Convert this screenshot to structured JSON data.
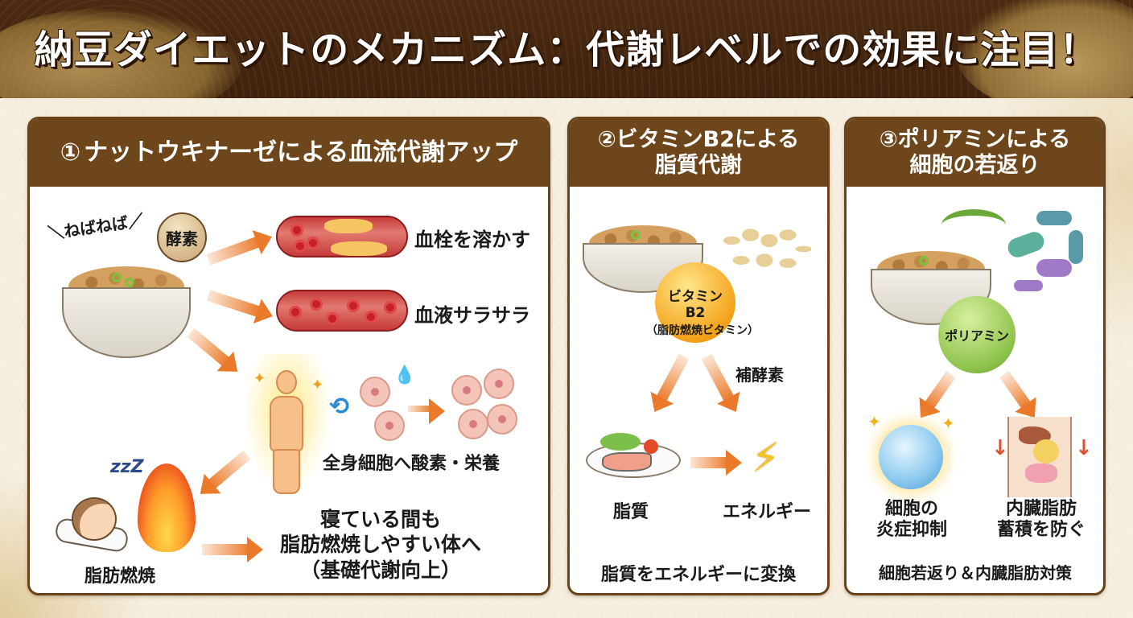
{
  "title": "納豆ダイエットのメカニズム：代謝レベルでの効果に注目！",
  "colors": {
    "header_bg": "#3e220e",
    "panel_head_bg": "#6e461b",
    "arrow_orange": "#ea7a2a",
    "vitamin_orange": "#f4a21a",
    "polyamine_green": "#8cc24a",
    "background": "#f6efe0"
  },
  "panels": [
    {
      "number": "①",
      "heading": "ナットウキナーゼによる血流代謝アップ",
      "labels": {
        "sticky": "ねばねば",
        "enzyme_bubble": "酵素",
        "dissolve_clot": "血栓を溶かす",
        "smooth_blood": "血液サラサラ",
        "oxygen_nutrition": "全身細胞へ酸素・栄養",
        "sleep_zzz": "zzZ",
        "fat_burning": "脂肪燃焼",
        "result_line1": "寝ている間も",
        "result_line2": "脂肪燃焼しやすい体へ",
        "result_line3": "（基礎代謝向上）"
      }
    },
    {
      "number": "②",
      "heading_line1": "ビタミンB2による",
      "heading_line2": "脂質代謝",
      "labels": {
        "sphere_line1": "ビタミン",
        "sphere_line2": "B2",
        "sphere_line3": "（脂肪燃焼ビタミン）",
        "coenzyme": "補酵素",
        "lipid": "脂質",
        "energy": "エネルギー",
        "summary": "脂質をエネルギーに変換"
      }
    },
    {
      "number": "③",
      "heading_line1": "ポリアミンによる",
      "heading_line2": "細胞の若返り",
      "labels": {
        "sphere": "ポリアミン",
        "left_line1": "細胞の",
        "left_line2": "炎症抑制",
        "right_line1": "内臓脂肪",
        "right_line2": "蓄積を防ぐ",
        "summary": "細胞若返り＆内臓脂肪対策"
      }
    }
  ]
}
